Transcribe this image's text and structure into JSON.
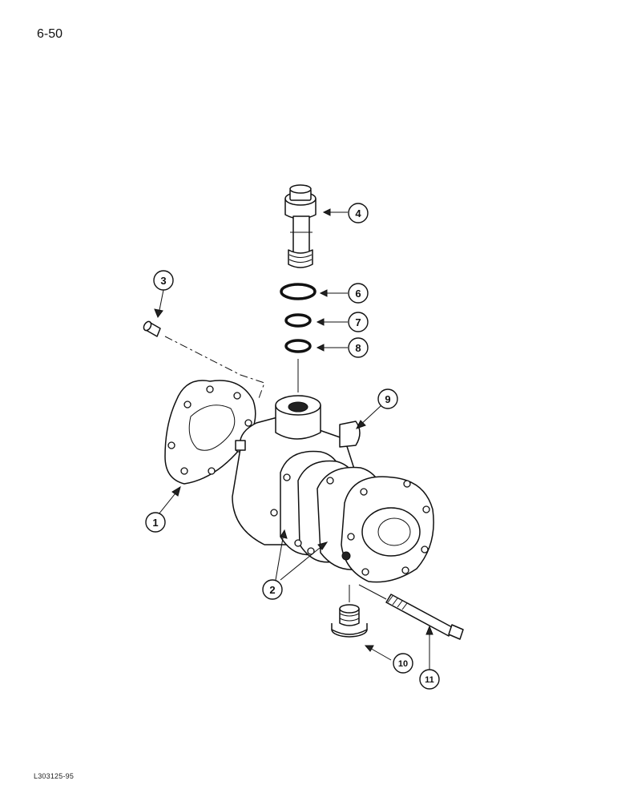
{
  "page_number": "6-50",
  "figure_code": "L303125-95",
  "callouts": [
    "1",
    "2",
    "3",
    "4",
    "6",
    "7",
    "8",
    "9",
    "10",
    "11"
  ]
}
